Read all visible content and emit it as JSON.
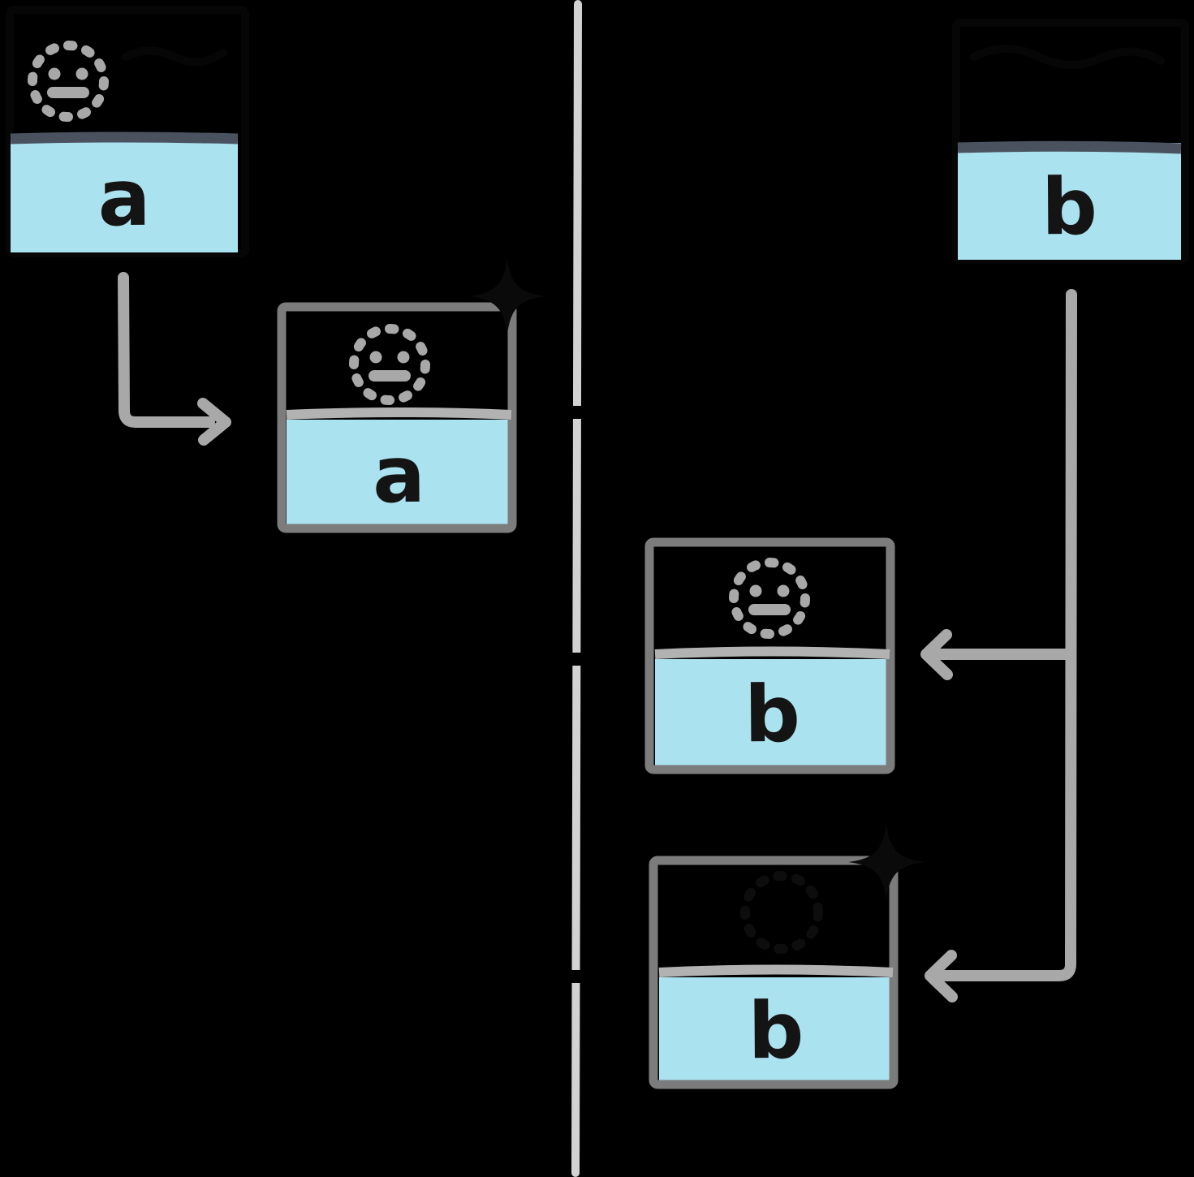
{
  "diagram": {
    "kind": "hand-drawn-sequence-diagram",
    "background": "#000000",
    "boxes": {
      "top_left": {
        "label": "a",
        "icon": "dashed-circle-face-icon",
        "fill": "#abe2f0",
        "top_bar": "#4a5260"
      },
      "top_right": {
        "label": "b",
        "fill": "#abe2f0",
        "top_bar": "#4a5260"
      },
      "mid_left": {
        "label": "a",
        "icon": "dashed-circle-face-icon",
        "corner_icon": "sparkle-icon",
        "fill": "#abe2f0",
        "border": "#7c7c7c"
      },
      "mid_right": {
        "label": "b",
        "icon": "dashed-circle-face-icon",
        "fill": "#abe2f0",
        "border": "#7c7c7c"
      },
      "bottom_right": {
        "label": "b",
        "icon": "hidden-dashed-circle-icon",
        "corner_icon": "sparkle-icon",
        "fill": "#abe2f0",
        "border": "#7c7c7c"
      }
    },
    "connectors": {
      "timeline": {
        "name": "central-timeline",
        "color": "#d2d2d2",
        "tick_count": 3
      },
      "arrow_left": {
        "name": "arrow-from-a-to-mid-left-box",
        "color": "#a8a8a8"
      },
      "arrow_right_main": {
        "name": "arrow-from-b-to-bottom-right-box",
        "color": "#a8a8a8"
      },
      "arrow_right_branch": {
        "name": "arrow-branch-to-mid-right-box",
        "color": "#a8a8a8"
      }
    },
    "colors": {
      "icon_gray": "#a8a8a8",
      "divider_gray": "#b2b2b2",
      "letter_black": "#141414",
      "sparkle_black": "#0a0a0a"
    }
  }
}
